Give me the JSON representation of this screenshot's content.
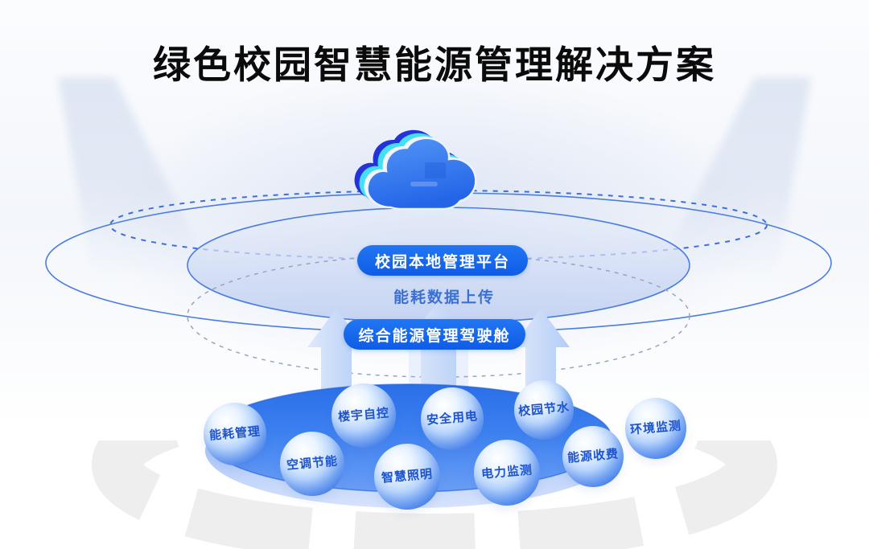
{
  "title": "绿色校园智慧能源管理解决方案",
  "platform": {
    "icon": "cloud-icon",
    "pill_label": "校园本地管理平台"
  },
  "upload": {
    "label": "能耗数据上传"
  },
  "cockpit": {
    "pill_label": "综合能源管理驾驶舱"
  },
  "subsystems": [
    {
      "label": "能耗管理"
    },
    {
      "label": "楼宇自控"
    },
    {
      "label": "安全用电"
    },
    {
      "label": "校园节水"
    },
    {
      "label": "环境监测"
    },
    {
      "label": "空调节能"
    },
    {
      "label": "智慧照明"
    },
    {
      "label": "电力监测"
    },
    {
      "label": "能源收费"
    }
  ],
  "icons": {
    "cloud": "cloud-icon",
    "up_arrows": "up-arrow-icon"
  },
  "colors": {
    "title_text": "#0B0B0B",
    "primary_blue": "#1567EC",
    "ring_blue": "#4677DE",
    "upload_text_blue": "#3A70D4",
    "sphere_text_blue": "#1D53CD",
    "disk_blue": "#2C73EC",
    "cloud_blue": "#2F7BF3",
    "accent_cyan": "#43DFF2",
    "arrow_light_blue": "#C5D8F8",
    "shadow_grey": "#ECECEC"
  }
}
